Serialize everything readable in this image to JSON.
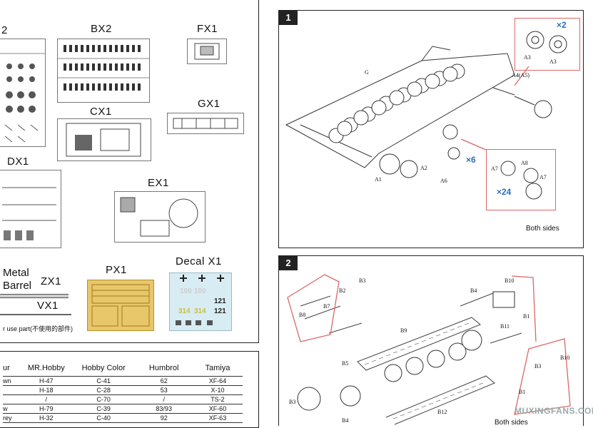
{
  "parts_panel": {
    "labels": {
      "frag_a": "2",
      "bx": "BX2",
      "fx": "FX1",
      "cx": "CX1",
      "gx": "GX1",
      "dx": "DX1",
      "ex": "EX1",
      "metal_line1": "Metal",
      "metal_line2": "Barrel",
      "zx": "ZX1",
      "vx": "VX1",
      "px": "PX1",
      "decal": "Decal X1",
      "unused_note": "r use part(不使用的部件)"
    },
    "decal_numbers": [
      "100",
      "100",
      "121",
      "314",
      "314",
      "121"
    ]
  },
  "paint_table": {
    "headers": [
      "ur",
      "MR.Hobby",
      "Hobby Color",
      "Humbrol",
      "Tamiya"
    ],
    "rows": [
      [
        "wn",
        "H-47",
        "C-41",
        "62",
        "XF-64"
      ],
      [
        "",
        "H-18",
        "C-28",
        "53",
        "X-10"
      ],
      [
        "",
        "/",
        "C-70",
        "/",
        "TS-2"
      ],
      [
        "w",
        "H-79",
        "C-39",
        "83/93",
        "XF-60"
      ],
      [
        "rey",
        "H-32",
        "C-40",
        "92",
        "XF-63"
      ]
    ]
  },
  "step1": {
    "number": "1",
    "multipliers": {
      "x2": "×2",
      "x6": "×6",
      "x24": "×24"
    },
    "part_labels": {
      "g": "G",
      "a1": "A1",
      "a2": "A2",
      "a3a": "A3",
      "a3b": "A3",
      "a4": "A4(A5)",
      "a6": "A6",
      "a7a": "A7",
      "a7b": "A7",
      "a8": "A8"
    },
    "footer": "Both sides"
  },
  "step2": {
    "number": "2",
    "part_labels": {
      "b3a": "B3",
      "b2": "B2",
      "b7": "B7",
      "b8": "B8",
      "b5": "B5",
      "b9": "B9",
      "b4a": "B4",
      "b10a": "B10",
      "b1a": "B1",
      "b11": "B11",
      "b3b": "B3",
      "b12": "B12",
      "b4b": "B4",
      "b1b": "B1",
      "b3c": "B3",
      "b10b": "B10"
    },
    "footer": "Both sides",
    "watermark": "MUXINGFANS.COM"
  },
  "colors": {
    "step_border": "#222222",
    "callout_red": "#dd6666",
    "multiplier_blue": "#2a6fc0",
    "photoetch_gold": "#e8c66a",
    "decal_bg": "#d8ecf4"
  }
}
